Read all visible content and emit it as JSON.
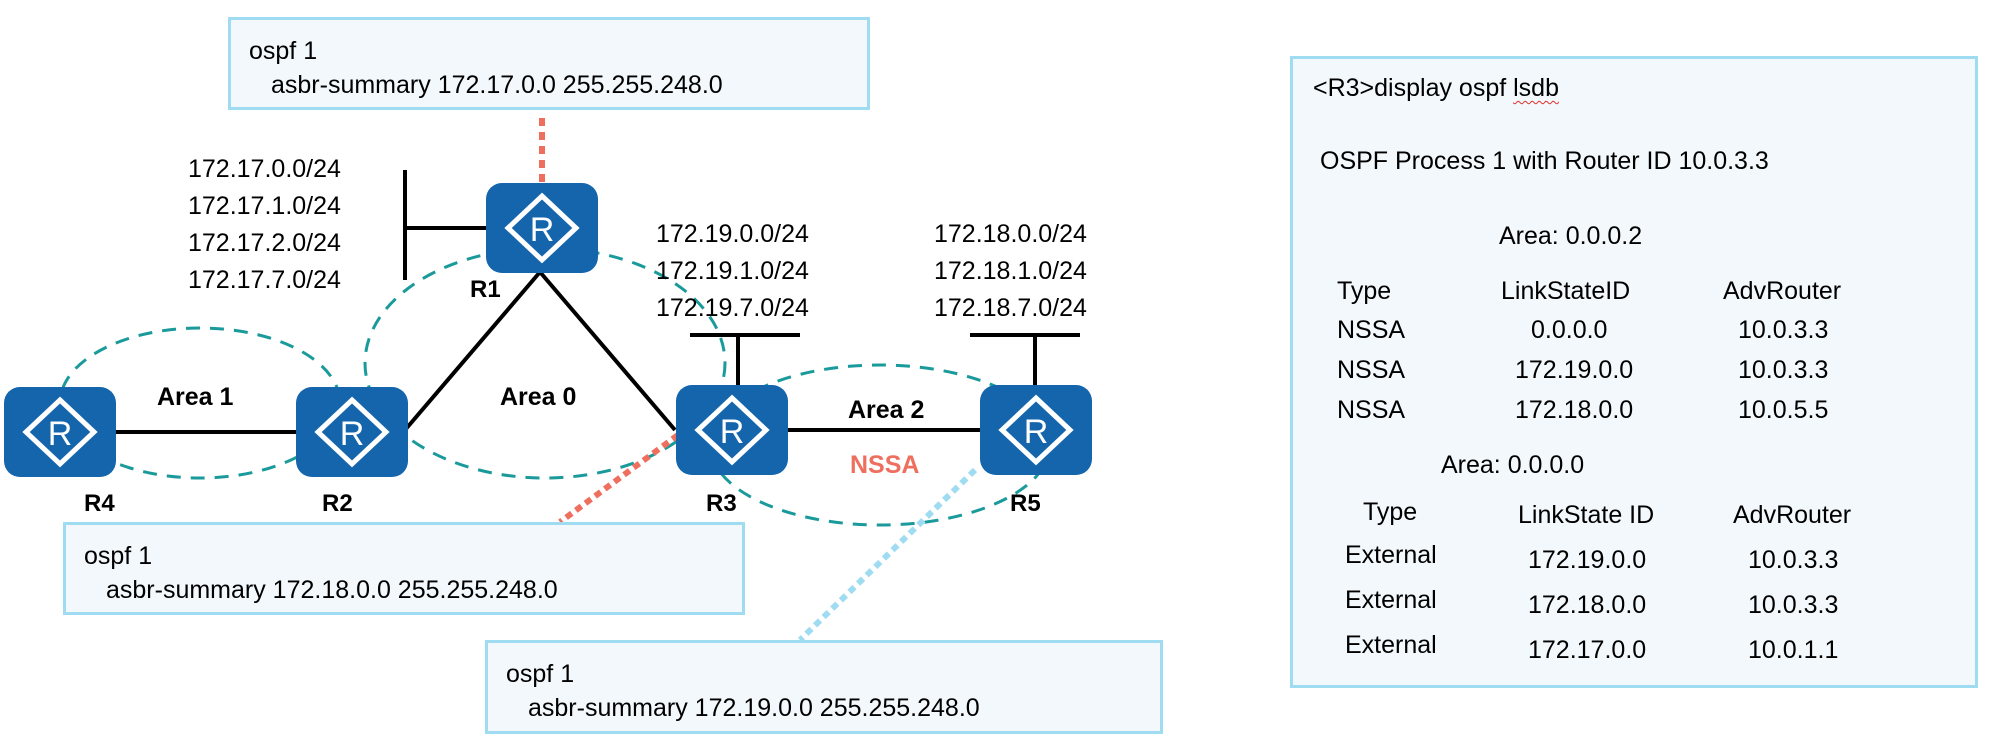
{
  "colors": {
    "router_fill": "#1565ad",
    "area_dash": "#1a9a9a",
    "box_border": "#9fdcf2",
    "box_fill": "#f2f8fc",
    "callout_red": "#ef6f5f",
    "callout_blue": "#9fdcf2",
    "nssa_text": "#ef6f5f"
  },
  "routers": [
    {
      "id": "R1",
      "label": "R1",
      "icon": "router-icon",
      "glyph": "R"
    },
    {
      "id": "R2",
      "label": "R2",
      "icon": "router-icon",
      "glyph": "R"
    },
    {
      "id": "R3",
      "label": "R3",
      "icon": "router-icon",
      "glyph": "R"
    },
    {
      "id": "R4",
      "label": "R4",
      "icon": "router-icon",
      "glyph": "R"
    },
    {
      "id": "R5",
      "label": "R5",
      "icon": "router-icon",
      "glyph": "R"
    }
  ],
  "areas": {
    "area1": "Area 1",
    "area0": "Area 0",
    "area2": "Area 2",
    "area2_type": "NSSA"
  },
  "links": [
    {
      "from": "R4",
      "to": "R2"
    },
    {
      "from": "R2",
      "to": "R1"
    },
    {
      "from": "R1",
      "to": "R3"
    },
    {
      "from": "R3",
      "to": "R5"
    }
  ],
  "networks": {
    "r1": [
      "172.17.0.0/24",
      "172.17.1.0/24",
      "172.17.2.0/24",
      "172.17.7.0/24"
    ],
    "r3": [
      "172.19.0.0/24",
      "172.19.1.0/24",
      "172.19.7.0/24"
    ],
    "r5": [
      "172.18.0.0/24",
      "172.18.1.0/24",
      "172.18.7.0/24"
    ]
  },
  "configs": {
    "r1": {
      "line1": "ospf 1",
      "line2": "asbr-summary 172.17.0.0 255.255.248.0"
    },
    "r3": {
      "line1": "ospf 1",
      "line2": "asbr-summary 172.18.0.0 255.255.248.0"
    },
    "r5": {
      "line1": "ospf 1",
      "line2": "asbr-summary 172.19.0.0 255.255.248.0"
    }
  },
  "lsdb": {
    "prompt": "<R3>display ospf ",
    "prompt_tail": "lsdb",
    "process": "OSPF Process 1 with Router ID 10.0.3.3",
    "area2": {
      "title": "Area: 0.0.0.2",
      "headers": [
        "Type",
        "LinkStateID",
        "AdvRouter"
      ],
      "rows": [
        [
          "NSSA",
          "0.0.0.0",
          "10.0.3.3"
        ],
        [
          "NSSA",
          "172.19.0.0",
          "10.0.3.3"
        ],
        [
          "NSSA",
          "172.18.0.0",
          "10.0.5.5"
        ]
      ]
    },
    "area0": {
      "title": "Area: 0.0.0.0",
      "headers": [
        "Type",
        "LinkState ID",
        "AdvRouter"
      ],
      "rows": [
        [
          "External",
          "172.19.0.0",
          "10.0.3.3"
        ],
        [
          "External",
          "172.18.0.0",
          "10.0.3.3"
        ],
        [
          "External",
          "172.17.0.0",
          "10.0.1.1"
        ]
      ]
    }
  }
}
